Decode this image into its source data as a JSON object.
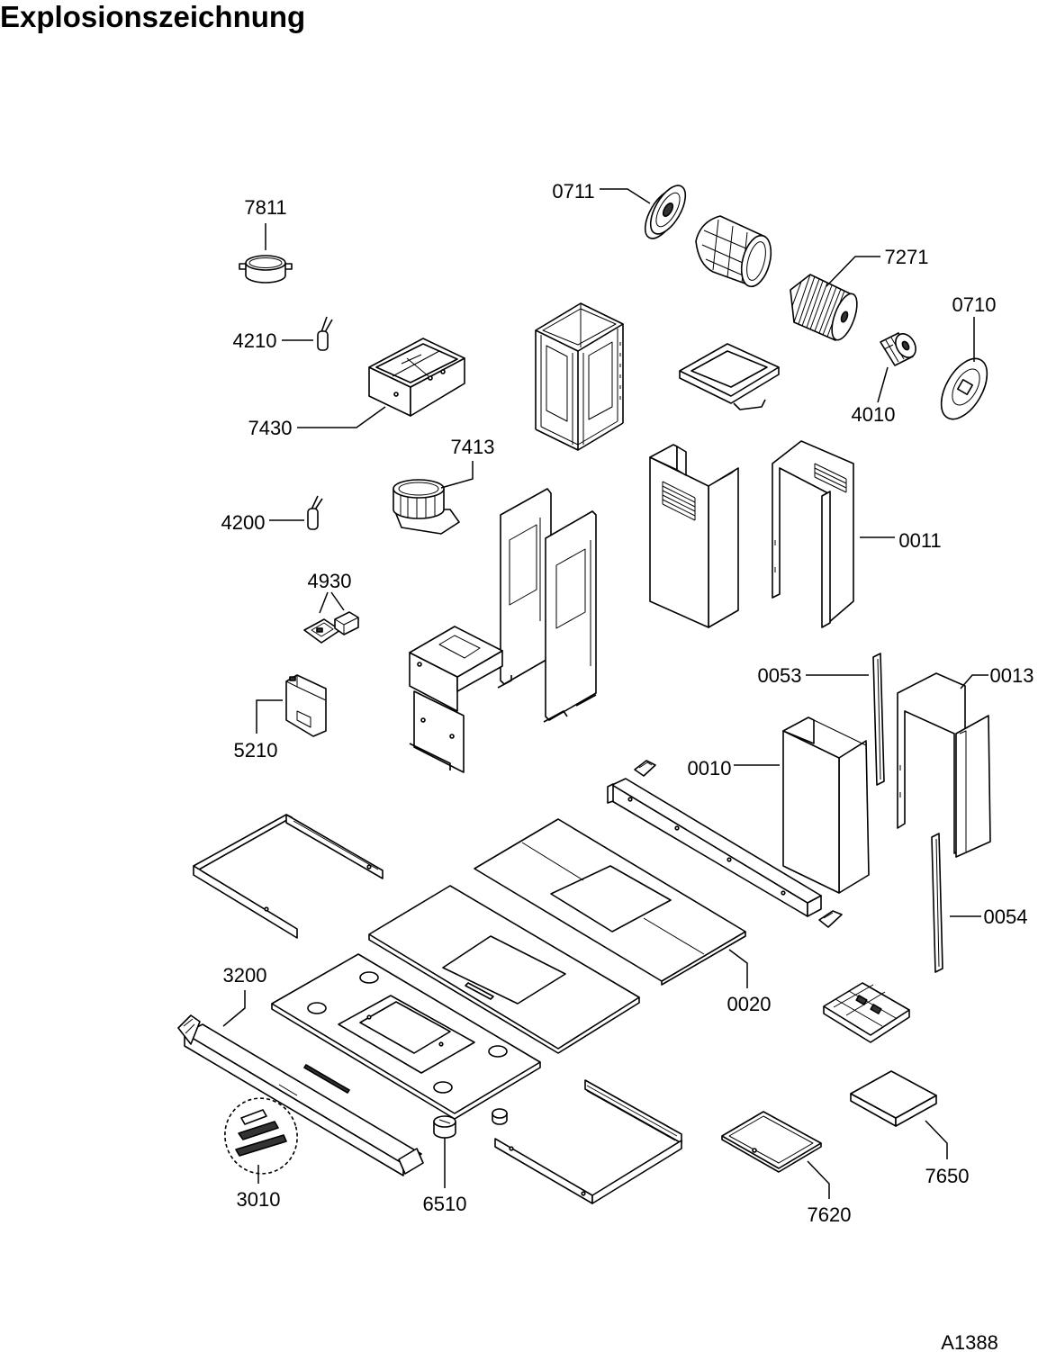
{
  "title": "Explosionszeichnung",
  "drawing_code": "A1388",
  "callouts": [
    {
      "label": "7811"
    },
    {
      "label": "4210"
    },
    {
      "label": "7430"
    },
    {
      "label": "0711"
    },
    {
      "label": "7271"
    },
    {
      "label": "0710"
    },
    {
      "label": "4010"
    },
    {
      "label": "7413"
    },
    {
      "label": "4200"
    },
    {
      "label": "0011"
    },
    {
      "label": "4930"
    },
    {
      "label": "0053"
    },
    {
      "label": "0013"
    },
    {
      "label": "5210"
    },
    {
      "label": "0010"
    },
    {
      "label": "0054"
    },
    {
      "label": "3200"
    },
    {
      "label": "0020"
    },
    {
      "label": "3010"
    },
    {
      "label": "6510"
    },
    {
      "label": "7620"
    },
    {
      "label": "7650"
    }
  ]
}
